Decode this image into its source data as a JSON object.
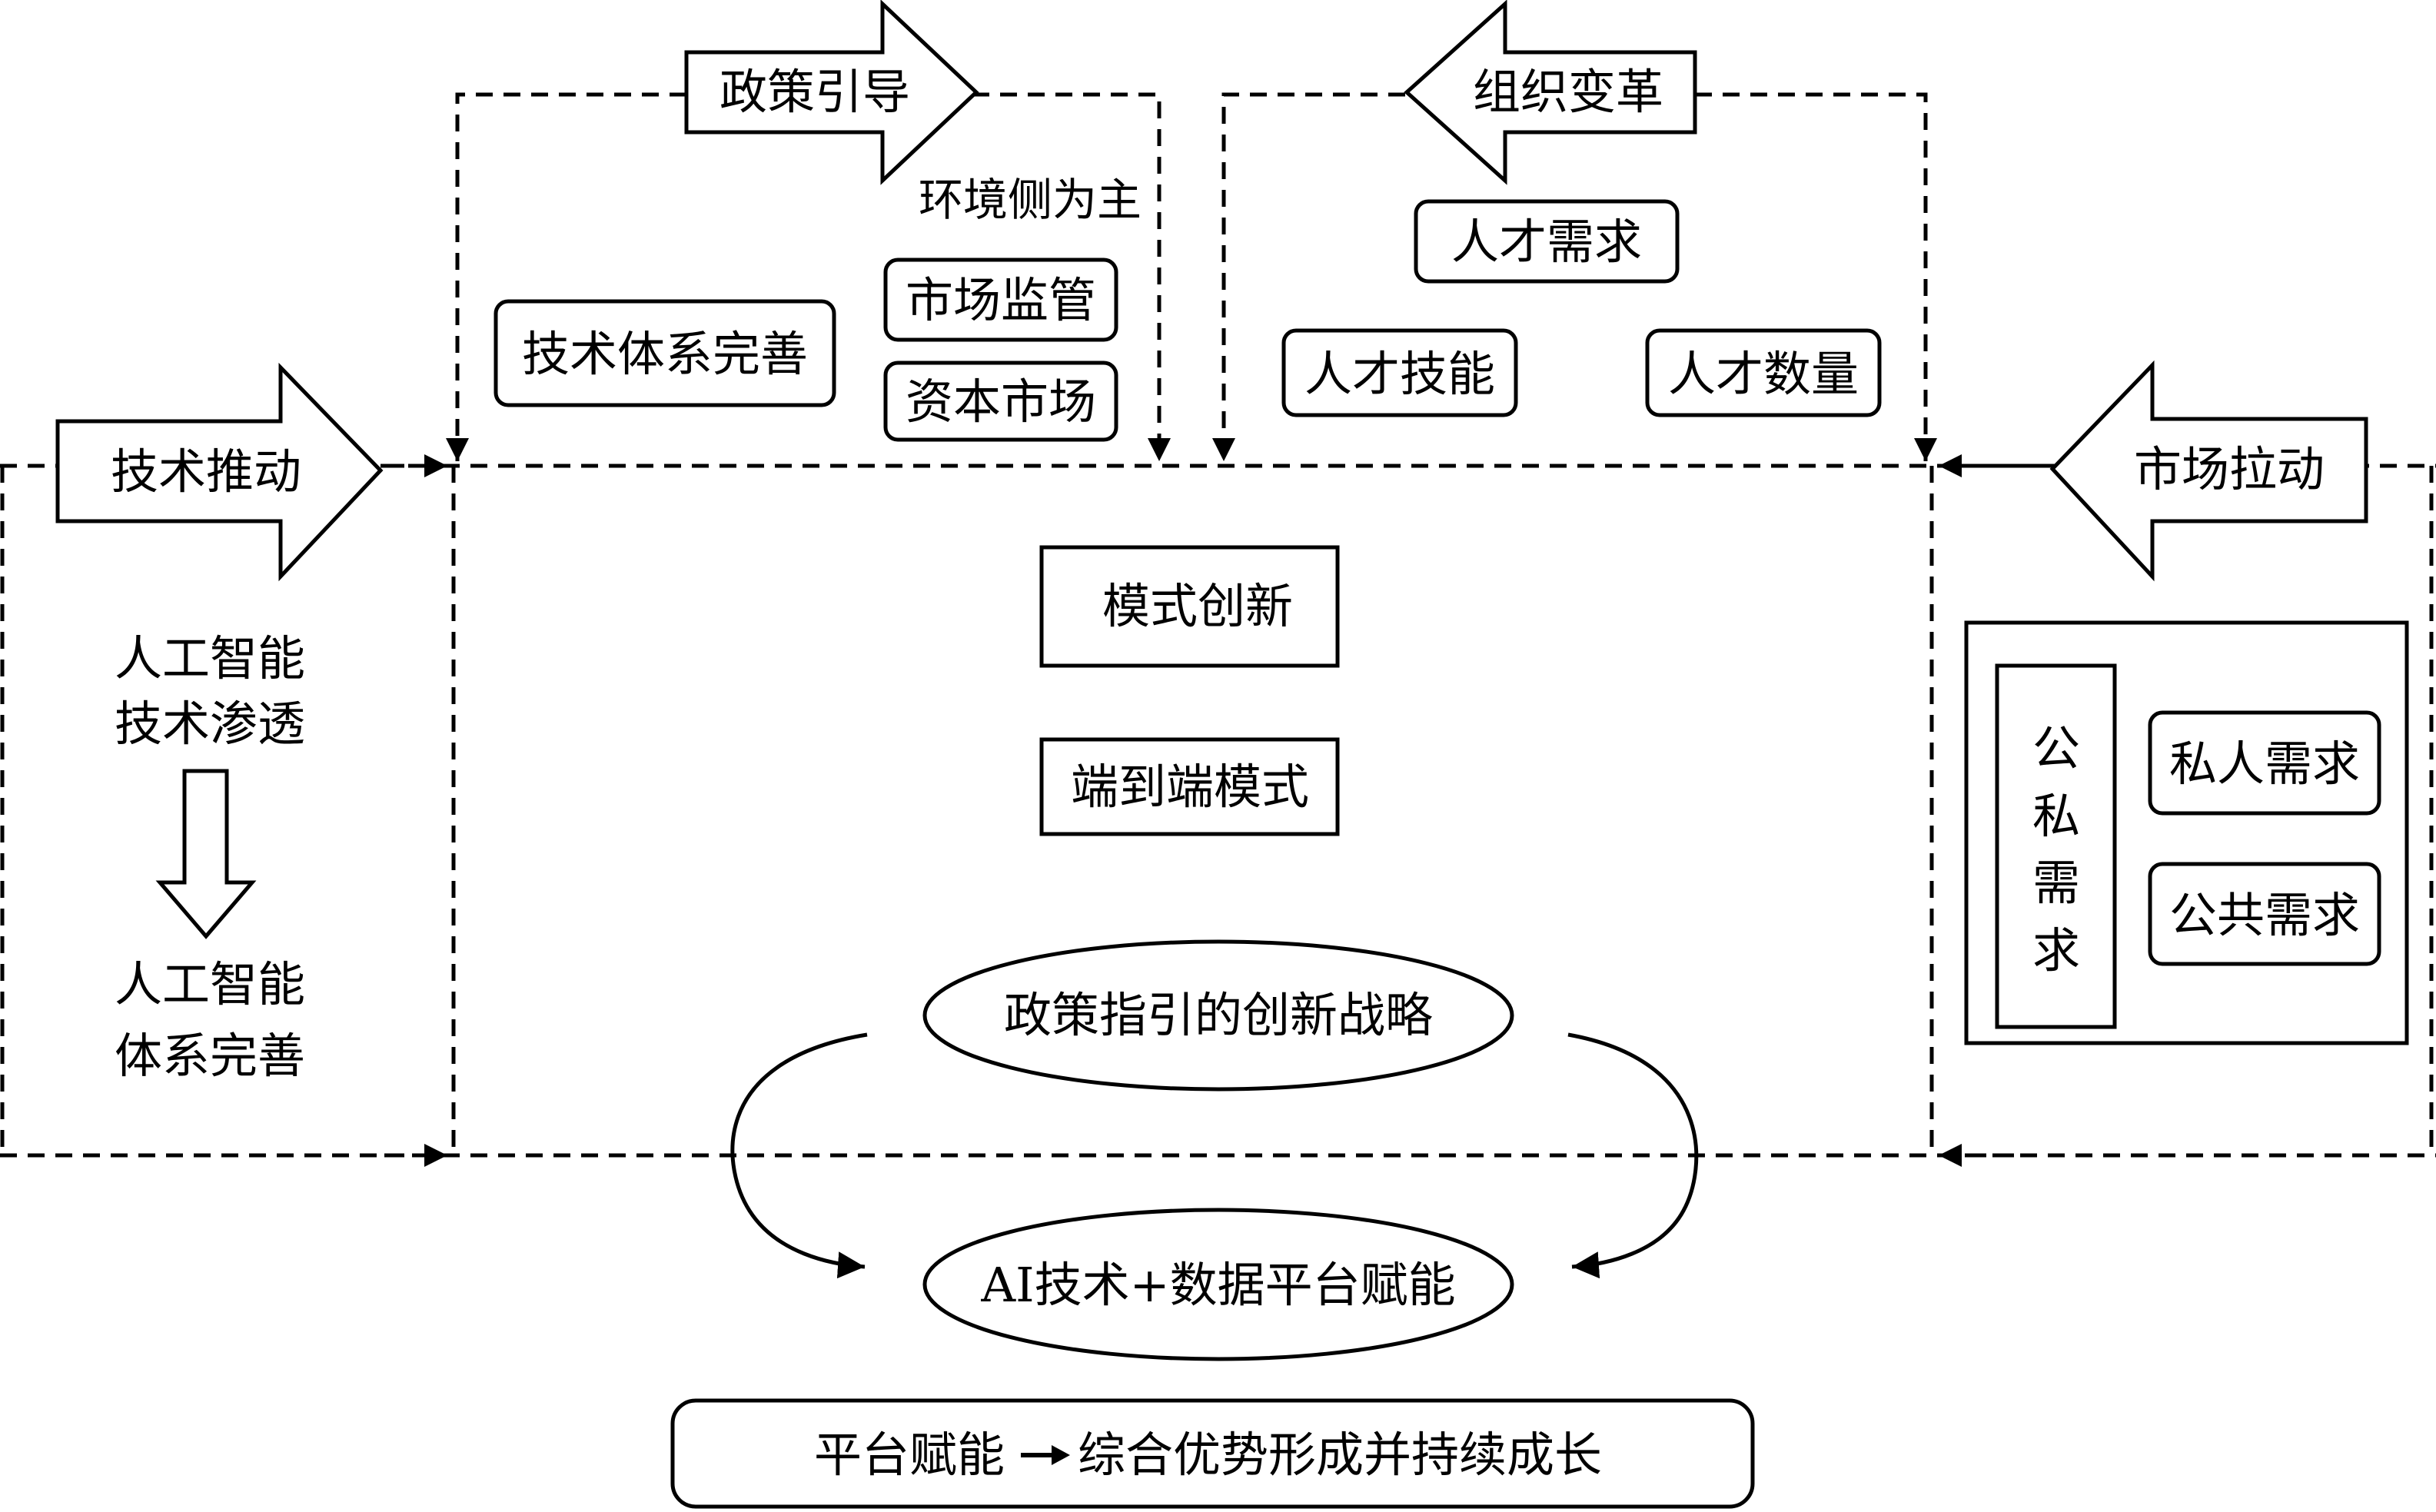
{
  "diagram": {
    "arrows": {
      "policy": "政策引导",
      "organization": "组织变革",
      "technology": "技术推动",
      "market": "市场拉动"
    },
    "policy_block": {
      "note": "环境侧为主",
      "items": [
        "技术体系完善",
        "市场监管",
        "资本市场"
      ]
    },
    "organization_block": {
      "items": [
        "人才需求",
        "人才技能",
        "人才数量"
      ]
    },
    "technology_block": {
      "top": [
        "人工智能",
        "技术渗透"
      ],
      "bottom": [
        "人工智能",
        "体系完善"
      ]
    },
    "market_block": {
      "category": [
        "公",
        "私",
        "需",
        "求"
      ],
      "items": [
        "私人需求",
        "公共需求"
      ]
    },
    "center": {
      "modes": [
        "模式创新",
        "端到端模式"
      ],
      "strategy": "政策指引的创新战略",
      "empower": "AI技术+数据平台赋能"
    },
    "outcome": {
      "left": "平台赋能",
      "right": "综合优势形成并持续成长"
    },
    "colors": {
      "line": "#000000",
      "background": "#ffffff"
    }
  }
}
